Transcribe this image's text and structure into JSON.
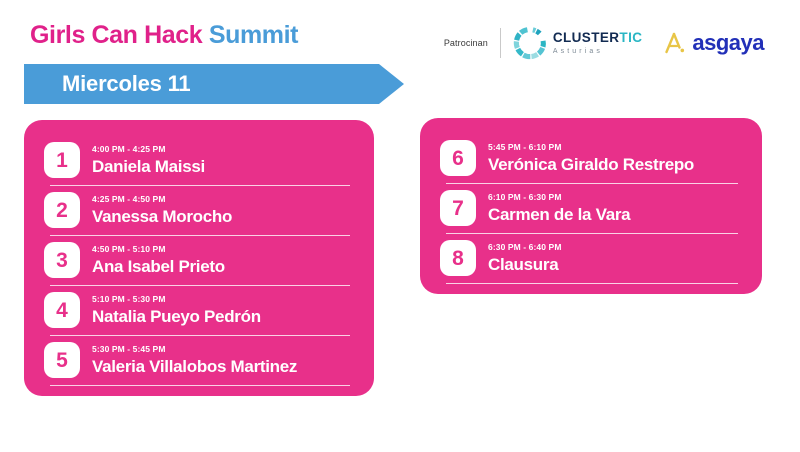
{
  "header": {
    "title_primary": "Girls Can Hack",
    "title_secondary": "Summit",
    "sponsor_label": "Patrocinan",
    "sponsors": [
      {
        "name": "clustertic-logo",
        "word_main": "CLUSTER",
        "word_accent": "TIC",
        "subtitle": "Asturias"
      },
      {
        "name": "asgaya-logo",
        "word": "asgaya"
      }
    ]
  },
  "day_banner": {
    "label": "Miercoles 11"
  },
  "colors": {
    "pink": "#E8308A",
    "title_pink": "#E0218A",
    "blue": "#4A9CD8",
    "clustertic_navy": "#122B52",
    "clustertic_teal": "#2AB6C4",
    "asgaya_blue": "#2230B8",
    "asgaya_gold": "#E8C547",
    "white": "#FFFFFF"
  },
  "schedule": {
    "left_column": [
      {
        "number": "1",
        "time": "4:00 PM - 4:25 PM",
        "name": "Daniela Maissi"
      },
      {
        "number": "2",
        "time": "4:25 PM - 4:50 PM",
        "name": "Vanessa Morocho"
      },
      {
        "number": "3",
        "time": "4:50 PM - 5:10 PM",
        "name": "Ana Isabel Prieto"
      },
      {
        "number": "4",
        "time": "5:10 PM - 5:30 PM",
        "name": "Natalia Pueyo Pedrón"
      },
      {
        "number": "5",
        "time": "5:30 PM - 5:45 PM",
        "name": "Valeria Villalobos Martinez"
      }
    ],
    "right_column": [
      {
        "number": "6",
        "time": "5:45 PM - 6:10 PM",
        "name": "Verónica Giraldo Restrepo"
      },
      {
        "number": "7",
        "time": "6:10 PM - 6:30 PM",
        "name": "Carmen de la Vara"
      },
      {
        "number": "8",
        "time": "6:30 PM - 6:40 PM",
        "name": "Clausura"
      }
    ]
  }
}
